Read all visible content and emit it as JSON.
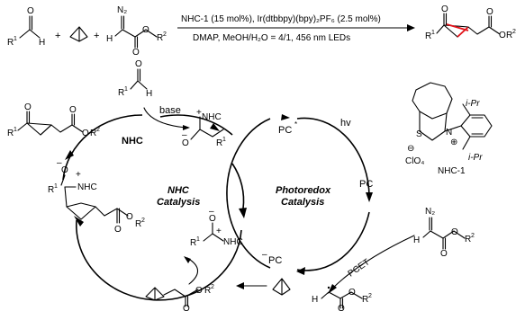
{
  "reaction": {
    "plus1": "+",
    "plus2": "+",
    "reagents_line1": "NHC-1 (15 mol%), Ir(dtbbpy)(bpy)₂PF₆ (2.5 mol%)",
    "reagents_line2": "DMAP, MeOH/H₂O = 4/1, 456 nm LEDs",
    "aldehyde_R": "R",
    "aldehyde_sup": "1",
    "aldehyde_H": "H",
    "aldehyde_O": "O",
    "diazo_N2": "N₂",
    "diazo_H": "H",
    "diazo_O": "O",
    "diazo_R": "R",
    "diazo_sup": "2",
    "product_R1": "R",
    "product_sup1": "1",
    "product_O": "O",
    "product_R2": "R",
    "product_sup2": "2"
  },
  "cycles": {
    "nhc_cycle_line1": "NHC",
    "nhc_cycle_line2": "Catalysis",
    "photo_cycle_line1": "Photoredox",
    "photo_cycle_line2": "Catalysis"
  },
  "labels": {
    "base": "base",
    "nhc": "NHC",
    "hv": "hv",
    "pcet": "PCET",
    "pc": "PC",
    "pc_star": "PC",
    "star": "*",
    "pc_minus": "PC",
    "minus": "–",
    "plus": "+",
    "r": "R",
    "one": "1",
    "two": "2",
    "o": "O",
    "h": "H",
    "nhc_group": "NHC",
    "nhc_plus": "+",
    "n2": "N₂"
  },
  "catalyst": {
    "name": "NHC-1",
    "ipr_top": "i-Pr",
    "ipr_bottom": "i-Pr",
    "S": "S",
    "N": "N",
    "plus": "⊕",
    "minus": "⊖",
    "counterion": "ClO₄"
  }
}
